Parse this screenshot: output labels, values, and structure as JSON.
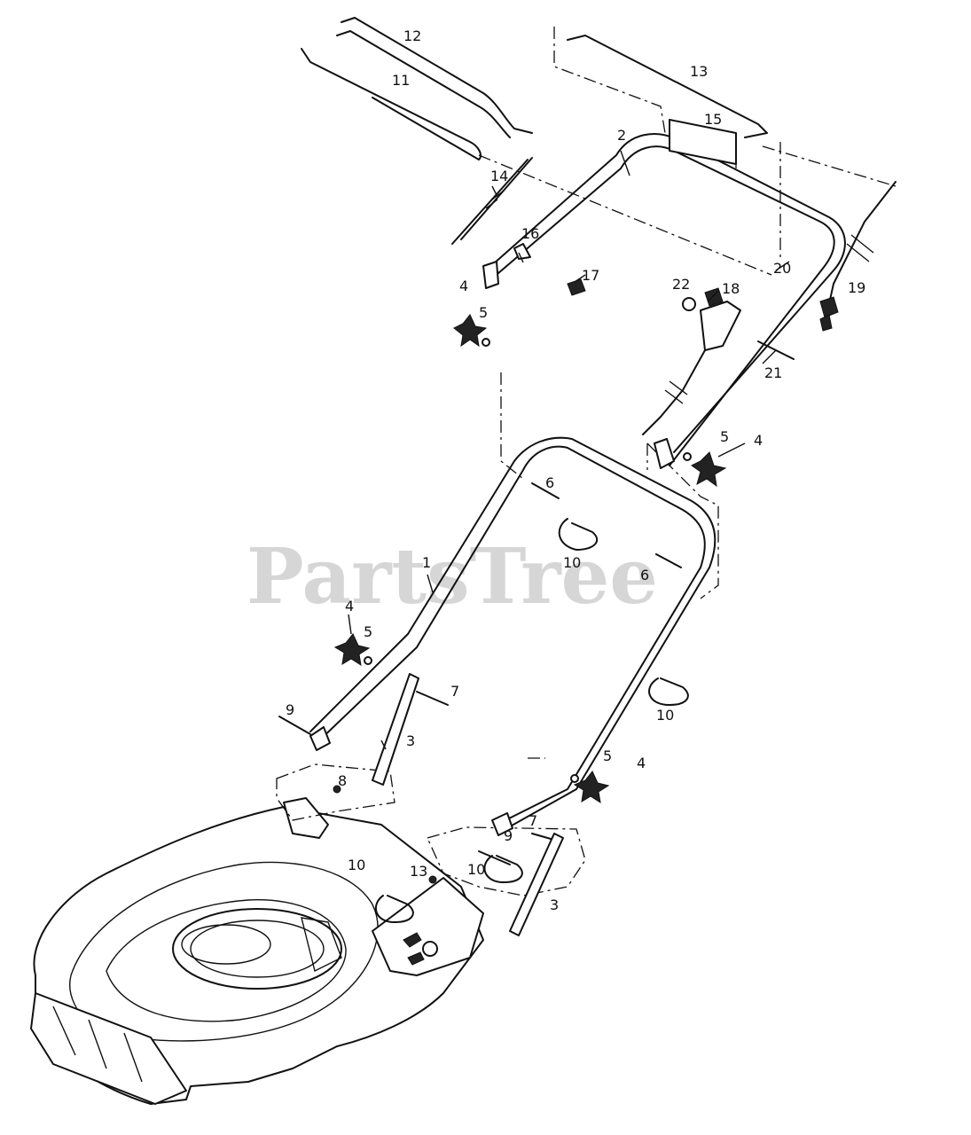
{
  "watermark": "PartsTree",
  "callouts": {
    "c1": "1",
    "c2": "2",
    "c3a": "3",
    "c3b": "3",
    "c4a": "4",
    "c4b": "4",
    "c4c": "4",
    "c4d": "4",
    "c5a": "5",
    "c5b": "5",
    "c5c": "5",
    "c5d": "5",
    "c6a": "6",
    "c6b": "6",
    "c7a": "7",
    "c7b": "7",
    "c8": "8",
    "c9a": "9",
    "c9b": "9",
    "c10a": "10",
    "c10b": "10",
    "c10c": "10",
    "c10d": "10",
    "c11": "11",
    "c12": "12",
    "c13a": "13",
    "c13b": "13",
    "c14": "14",
    "c15": "15",
    "c16": "16",
    "c17": "17",
    "c18": "18",
    "c19": "19",
    "c20": "20",
    "c21": "21",
    "c22": "22"
  }
}
